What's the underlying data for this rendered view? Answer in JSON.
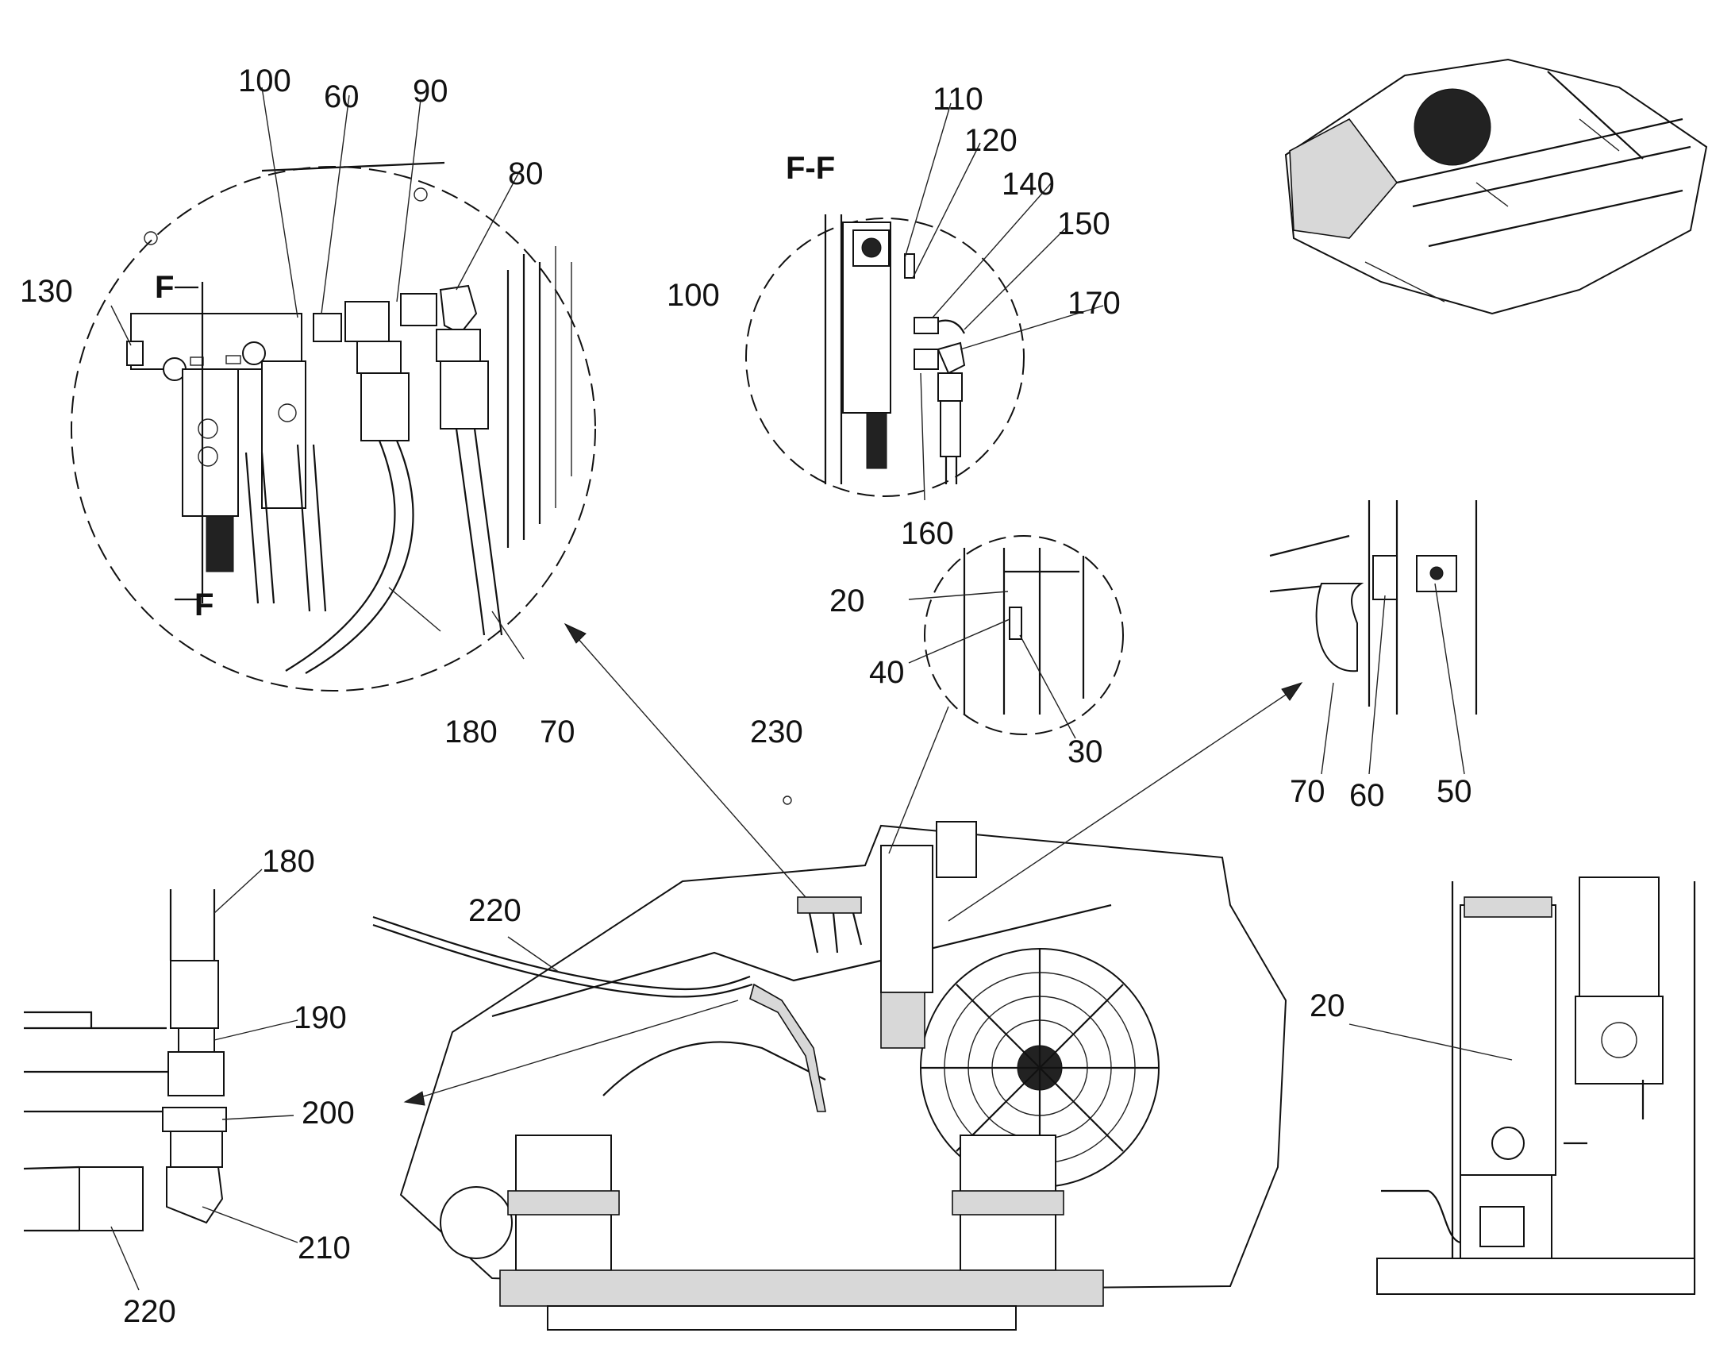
{
  "labels": {
    "d1_100": "100",
    "d1_60": "60",
    "d1_90": "90",
    "d1_80": "80",
    "d1_130": "130",
    "d1_F_top": "F",
    "d1_F_bottom": "F",
    "d1_180": "180",
    "d1_70": "70",
    "ff_title": "F-F",
    "ff_110": "110",
    "ff_120": "120",
    "ff_140": "140",
    "ff_150": "150",
    "ff_170": "170",
    "ff_100": "100",
    "ff_160": "160",
    "d3_20": "20",
    "d3_40": "40",
    "d3_30": "30",
    "d4_70": "70",
    "d4_60": "60",
    "d4_50": "50",
    "main_230": "230",
    "main_220": "220",
    "d5_180": "180",
    "d5_190": "190",
    "d5_200": "200",
    "d5_210": "210",
    "d5_220": "220",
    "d6_20": "20"
  },
  "colors": {
    "line": "#111111",
    "background": "#ffffff",
    "shade": "#d8d8d8"
  }
}
